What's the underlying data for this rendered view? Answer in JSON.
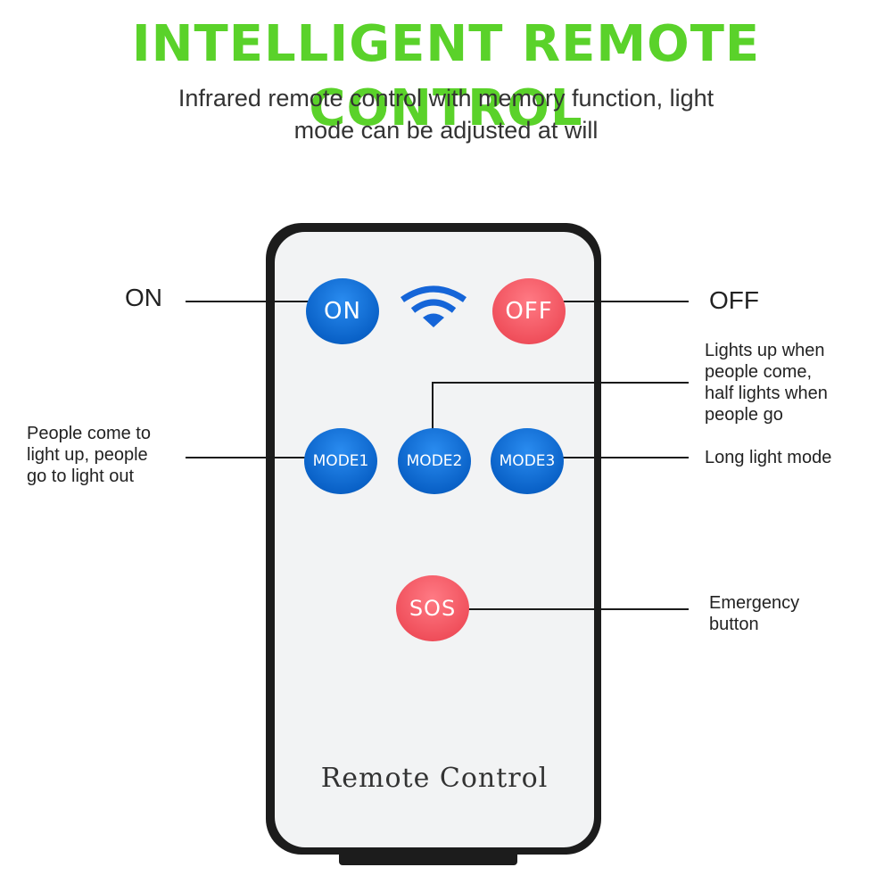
{
  "header": {
    "title": "INTELLIGENT REMOTE CONTROL",
    "subtitle_line1": "Infrared remote control with memory function, light",
    "subtitle_line2": "mode can be adjusted at will"
  },
  "remote": {
    "label": "Remote Control",
    "buttons": {
      "on": "ON",
      "off": "OFF",
      "mode1": "MODE1",
      "mode2": "MODE2",
      "mode3": "MODE3",
      "sos": "SOS"
    },
    "icons": {
      "signal": "wifi-signal-icon"
    },
    "colors": {
      "blue_button": "#0a62c8",
      "red_button": "#f0505c",
      "title_green": "#5ad22a"
    }
  },
  "callouts": {
    "on": "ON",
    "off": "OFF",
    "mode1": "People come to\nlight up, people\ngo to light out",
    "mode2": "Lights up when\npeople come,\nhalf lights when\npeople go",
    "mode3": "Long light mode",
    "sos": "Emergency\nbutton"
  }
}
